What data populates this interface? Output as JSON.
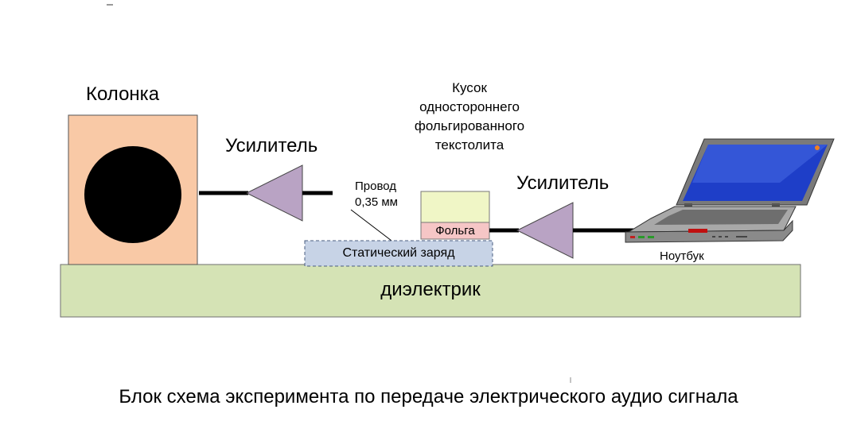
{
  "labels": {
    "speaker": "Колонка",
    "amplifier_left": "Усилитель",
    "amplifier_right": "Усилитель",
    "wire_line1": "Провод",
    "wire_line2": "0,35 мм",
    "pcb_line1": "Кусок",
    "pcb_line2": "одностороннего",
    "pcb_line3": "фольгированного",
    "pcb_line4": "текстолита",
    "foil": "Фольга",
    "static_charge": "Статический заряд",
    "dielectric": "диэлектрик",
    "laptop": "Ноутбук",
    "caption": "Блок схема эксперимента по передаче электрического аудио сигнала"
  },
  "colors": {
    "speaker_box": "#f9c9a6",
    "speaker_cone": "#000000",
    "amplifier": "#b9a3c4",
    "dielectric": "#d5e3b5",
    "static_charge": "#c7d3e6",
    "foil": "#f6c6c6",
    "pcb_substrate": "#f0f6c6",
    "laptop_screen": "#1e3ec8",
    "laptop_body": "#9a9a9a"
  },
  "icons": {
    "speaker": "speaker-icon",
    "amplifier": "amplifier-triangle-icon",
    "laptop": "laptop-icon"
  }
}
